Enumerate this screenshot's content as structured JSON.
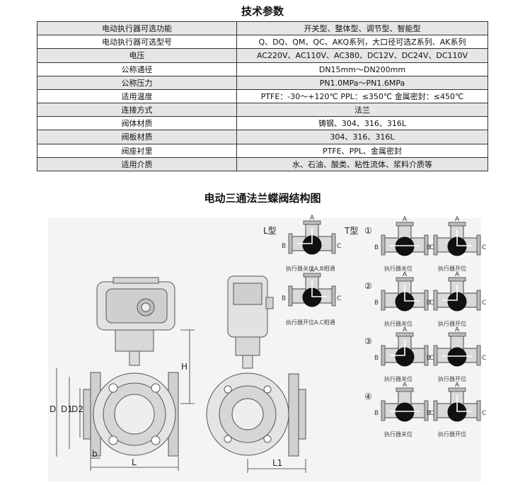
{
  "titles": {
    "specs": "技术参数",
    "diagram": "电动三通法兰蝶阀结构图"
  },
  "specs": [
    {
      "label": "电动执行器可选功能",
      "value": "开关型、整体型、调节型、智能型"
    },
    {
      "label": "电动执行器可选型号",
      "value": "Q、DQ、QM、QC、AKQ系列，大口径可选Z系列、AK系列"
    },
    {
      "label": "电压",
      "value": "AC220V、AC110V、AC380、DC12V、DC24V、DC110V"
    },
    {
      "label": "公称通径",
      "value": "DN15mm～DN200mm"
    },
    {
      "label": "公称压力",
      "value": "PN1.0MPa～PN1.6MPa"
    },
    {
      "label": "适用温度",
      "value": "PTFE：-30～+120℃ PPL：≤350℃ 金属密封：≤450℃"
    },
    {
      "label": "连接方式",
      "value": "法兰"
    },
    {
      "label": "阀体材质",
      "value": "铸钢、304、316、316L"
    },
    {
      "label": "阀板材质",
      "value": "304、316、316L"
    },
    {
      "label": "阀座衬里",
      "value": "PTFE、PPL、金属密封"
    },
    {
      "label": "适用介质",
      "value": "水、石油、酸类、粘性流体、浆料介质等"
    }
  ],
  "diagram": {
    "dims": {
      "D": "D",
      "D1": "D1",
      "D2": "D2",
      "H": "H",
      "L": "L",
      "L1": "L1",
      "b": "b"
    },
    "ports": {
      "A": "A",
      "B": "B",
      "C": "C"
    },
    "l_type": {
      "label": "L型",
      "captions": [
        "执行器关位A,B相通",
        "执行器开位A,C相通"
      ]
    },
    "t_type": {
      "label": "T型",
      "groups": [
        {
          "num": "①",
          "closed": "执行器关位",
          "open": "执行器开位"
        },
        {
          "num": "②",
          "closed": "执行器关位",
          "open": "执行器开位"
        },
        {
          "num": "③",
          "closed": "执行器关位",
          "open": "执行器开位"
        },
        {
          "num": "④",
          "closed": "执行器关位",
          "open": "执行器开位"
        }
      ]
    }
  }
}
